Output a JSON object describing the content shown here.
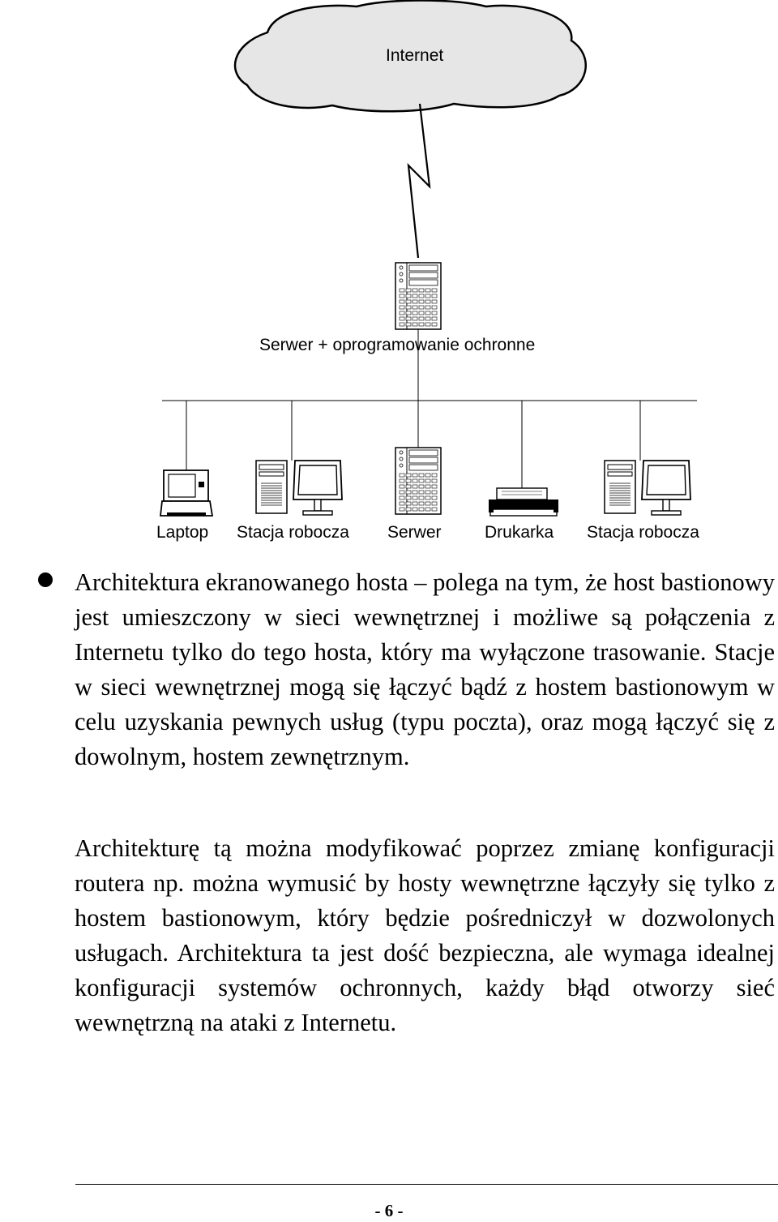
{
  "diagram": {
    "cloud_label": "Internet",
    "main_server_label": "Serwer + oprogramowanie ochronne",
    "nodes": [
      {
        "label": "Laptop",
        "icon": "laptop-icon"
      },
      {
        "label": "Stacja robocza",
        "icon": "workstation-icon"
      },
      {
        "label": "Serwer",
        "icon": "server-icon"
      },
      {
        "label": "Drukarka",
        "icon": "printer-icon"
      },
      {
        "label": "Stacja robocza",
        "icon": "workstation-icon"
      }
    ]
  },
  "text": {
    "paragraph1": "Architektura ekranowanego hosta – polega na tym, że host bastionowy jest umieszczony w sieci wewnętrznej i możliwe są połączenia z Internetu tylko do tego hosta, który ma wyłączone trasowanie. Stacje w sieci wewnętrznej mogą się łączyć bądź z hostem bastionowym w celu uzyskania pewnych usług (typu poczta), oraz mogą łączyć się z dowolnym, hostem zewnętrznym.",
    "paragraph2": "Architekturę tą można modyfikować poprzez zmianę konfiguracji routera np. można wymusić by hosty wewnętrzne łączyły się tylko z hostem bastionowym, który będzie pośredniczył w dozwolonych usługach. Architektura ta jest dość bezpieczna, ale wymaga idealnej konfiguracji systemów ochronnych, każdy błąd otworzy sieć wewnętrzną na ataki z Internetu."
  },
  "footer": {
    "page_number": "- 6 -"
  }
}
